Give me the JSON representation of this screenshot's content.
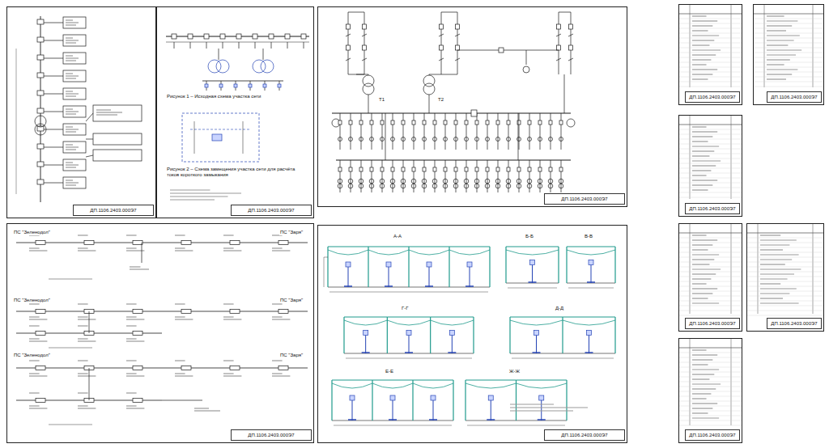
{
  "diagram": {
    "nodes": [
      {
        "text": [
          "ДП.1106.2403.000Э7"
        ]
      },
      {
        "text": [
          "ДП.1106.2403.000Э7"
        ]
      },
      {
        "text": [
          "ДП.1106.2403.000Э7"
        ]
      },
      {
        "text": [
          "ДП.1106.2403.000Э7"
        ]
      },
      {
        "text": [
          "ДП.1106.2403.000Э7"
        ]
      },
      {
        "text": [
          "ДП.1106.2403.000Э7"
        ]
      },
      {
        "text": [
          "ДП.1106.2403.000Э7"
        ]
      },
      {
        "text": [
          "ДП.1106.2403.000Э7"
        ]
      },
      {
        "text": [
          "ДП.1106.2403.000Э7"
        ]
      },
      {
        "text": [
          "ДП.1106.2403.000Э7"
        ]
      },
      {
        "text": [
          "ДП.1106.2403.000Э7"
        ]
      }
    ],
    "labels": [
      "Рисунок 1 – Исходная схема участка сети",
      "Рисунок 2 – Схема замещения участка сети для расчёта токов короткого замыкания",
      "ПС \"Зеленодол\"",
      "ПС \"Заря\"",
      "ПС \"Зеленодол\"",
      "ПС \"Заря\"",
      "ПС \"Зеленодол\"",
      "ПС \"Заря\"",
      "Т1",
      "Т2",
      "А-А",
      "Б-Б",
      "В-В",
      "Г-Г",
      "Д-Д",
      "Е-Е",
      "Ж-Ж"
    ]
  }
}
